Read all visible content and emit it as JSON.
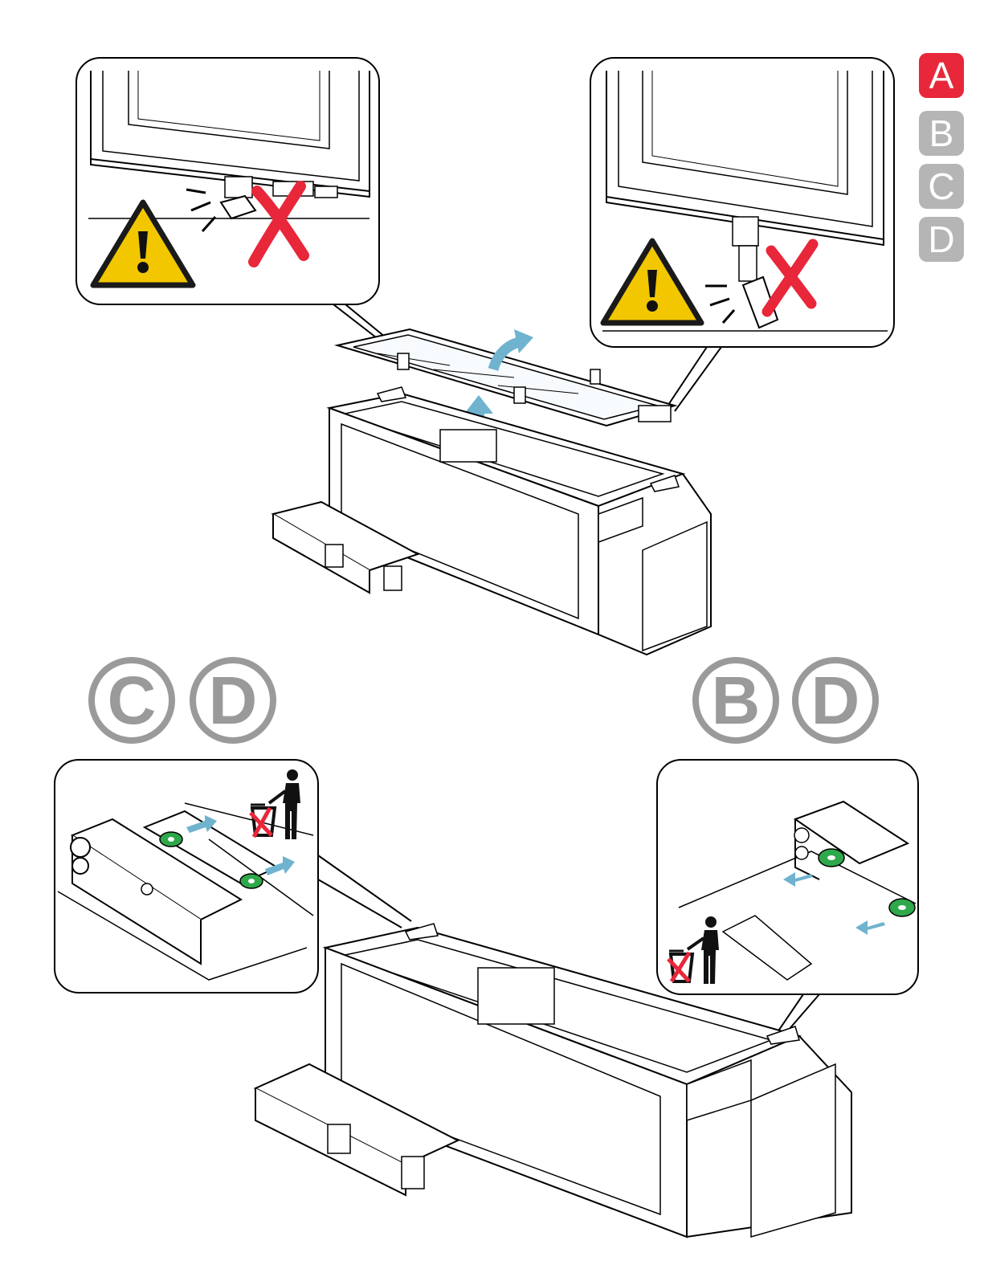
{
  "side_tabs": [
    {
      "label": "A",
      "color": "#e8273a",
      "active": true
    },
    {
      "label": "B",
      "color": "#b5b5b5",
      "active": false
    },
    {
      "label": "C",
      "color": "#b5b5b5",
      "active": false
    },
    {
      "label": "D",
      "color": "#b5b5b5",
      "active": false
    }
  ],
  "variant_groups": {
    "left": [
      "C",
      "D"
    ],
    "right": [
      "B",
      "D"
    ]
  },
  "icons": {
    "warning": "warning-triangle-icon",
    "forbidden": "red-x-icon",
    "arrow": "blue-arrow-icon",
    "dispose": "dispose-bin-person-icon"
  },
  "colors": {
    "warning_yellow": "#f2c700",
    "forbidden_red": "#e8273a",
    "arrow_blue": "#6fb3cf",
    "washer_green": "#2ea84a",
    "variant_gray": "#9a9a9a"
  }
}
